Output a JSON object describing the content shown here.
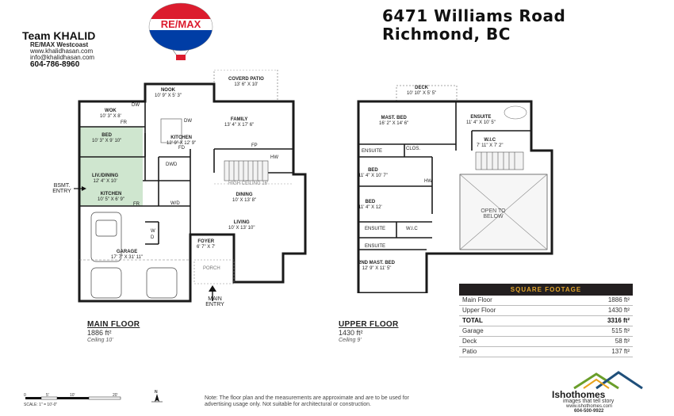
{
  "header": {
    "team_name": "Team KHALID",
    "brokerage": "RE/MAX Westcoast",
    "website": "www.khalidhasan.com",
    "email": "info@khalidhasan.com",
    "phone": "604-786-8960",
    "logo_text": "RE/MAX",
    "address_line1": "6471 Williams Road",
    "address_line2": "Richmond, BC"
  },
  "main_floor": {
    "title": "MAIN FLOOR",
    "area": "1886 ft²",
    "ceiling": "Ceiling 10'",
    "rooms": [
      {
        "name": "COVERD PATIO",
        "dims": "13' 6\" X 10'"
      },
      {
        "name": "NOOK",
        "dims": "10' 9\" X 5' 3\""
      },
      {
        "name": "WOK",
        "dims": "10' 3\" X 8'"
      },
      {
        "name": "FAMILY",
        "dims": "13' 4\" X 17' 6\""
      },
      {
        "name": "KITCHEN",
        "dims": "12' 9\" X 12' 9\""
      },
      {
        "name": "BED",
        "dims": "10' 3\" X 9' 10\""
      },
      {
        "name": "LIV./DINING",
        "dims": "12' 4\" X 10'"
      },
      {
        "name": "KITCHEN",
        "dims": "10' 5\" X 6' 9\""
      },
      {
        "name": "DINING",
        "dims": "10' X 13' 8\""
      },
      {
        "name": "LIVING",
        "dims": "10' X 13' 10\""
      },
      {
        "name": "FOYER",
        "dims": "6' 7\" X 7'"
      },
      {
        "name": "GARAGE",
        "dims": "17' 7\" X 31' 11\""
      }
    ],
    "labels": {
      "dw1": "DW",
      "fr1": "FR",
      "dw2": "DW",
      "fd": "FD",
      "fp": "FP",
      "hw": "HW",
      "dwd": "DWD",
      "fr2": "FR",
      "wd": "W/D",
      "w": "W",
      "d": "D",
      "porch": "PORCH",
      "high_ceiling": "HIGH CEILING 16'",
      "bsmt_entry": "BSMT. ENTRY",
      "main_entry": "MAIN ENTRY"
    }
  },
  "upper_floor": {
    "title": "UPPER FLOOR",
    "area": "1430 ft²",
    "ceiling": "Ceiling 9'",
    "rooms": [
      {
        "name": "DECK",
        "dims": "10' 10\" X 5' 5\""
      },
      {
        "name": "MAST. BED",
        "dims": "16' 2\" X 14' 6\""
      },
      {
        "name": "ENSUITE",
        "dims": "11' 4\" X 10' 5\""
      },
      {
        "name": "W.I.C",
        "dims": "7' 11\" X 7' 2\""
      },
      {
        "name": "BED",
        "dims": "11' 4\" X 10' 7\""
      },
      {
        "name": "BED",
        "dims": "11' 4\" X 12'"
      },
      {
        "name": "2ND MAST. BED",
        "dims": "12' 9\" X 11' 5\""
      }
    ],
    "labels": {
      "ensuite_a": "ENSUITE",
      "clos": "CLOS.",
      "hw": "HW",
      "ensuite_b": "ENSUITE",
      "wic": "W.I.C",
      "ensuite_c": "ENSUITE",
      "open_to_below": "OPEN TO BELOW"
    }
  },
  "square_footage": {
    "title": "SQUARE FOOTAGE",
    "rows": [
      {
        "label": "Main Floor",
        "value": "1886 ft²"
      },
      {
        "label": "Upper Floor",
        "value": "1430 ft²"
      },
      {
        "label": "TOTAL",
        "value": "3316 ft²"
      },
      {
        "label": "Garage",
        "value": "515 ft²"
      },
      {
        "label": "Deck",
        "value": "58 ft²"
      },
      {
        "label": "Patio",
        "value": "137 ft²"
      }
    ]
  },
  "footer": {
    "scale_ticks": [
      "0",
      "5'",
      "10'",
      "20'"
    ],
    "scale_label": "SCALE: 1\" = 10'-0\"",
    "north": "N",
    "note_line1": "Note: The floor plan and the measurements are approximate and are to be used for",
    "note_line2": "advertising usage only.  Not suitable for architectural or construction.",
    "brand_name": "Ishothomes",
    "brand_tagline": "images that tell story",
    "brand_site": "www.ishothomes.com",
    "brand_phone": "604-500-9922"
  }
}
